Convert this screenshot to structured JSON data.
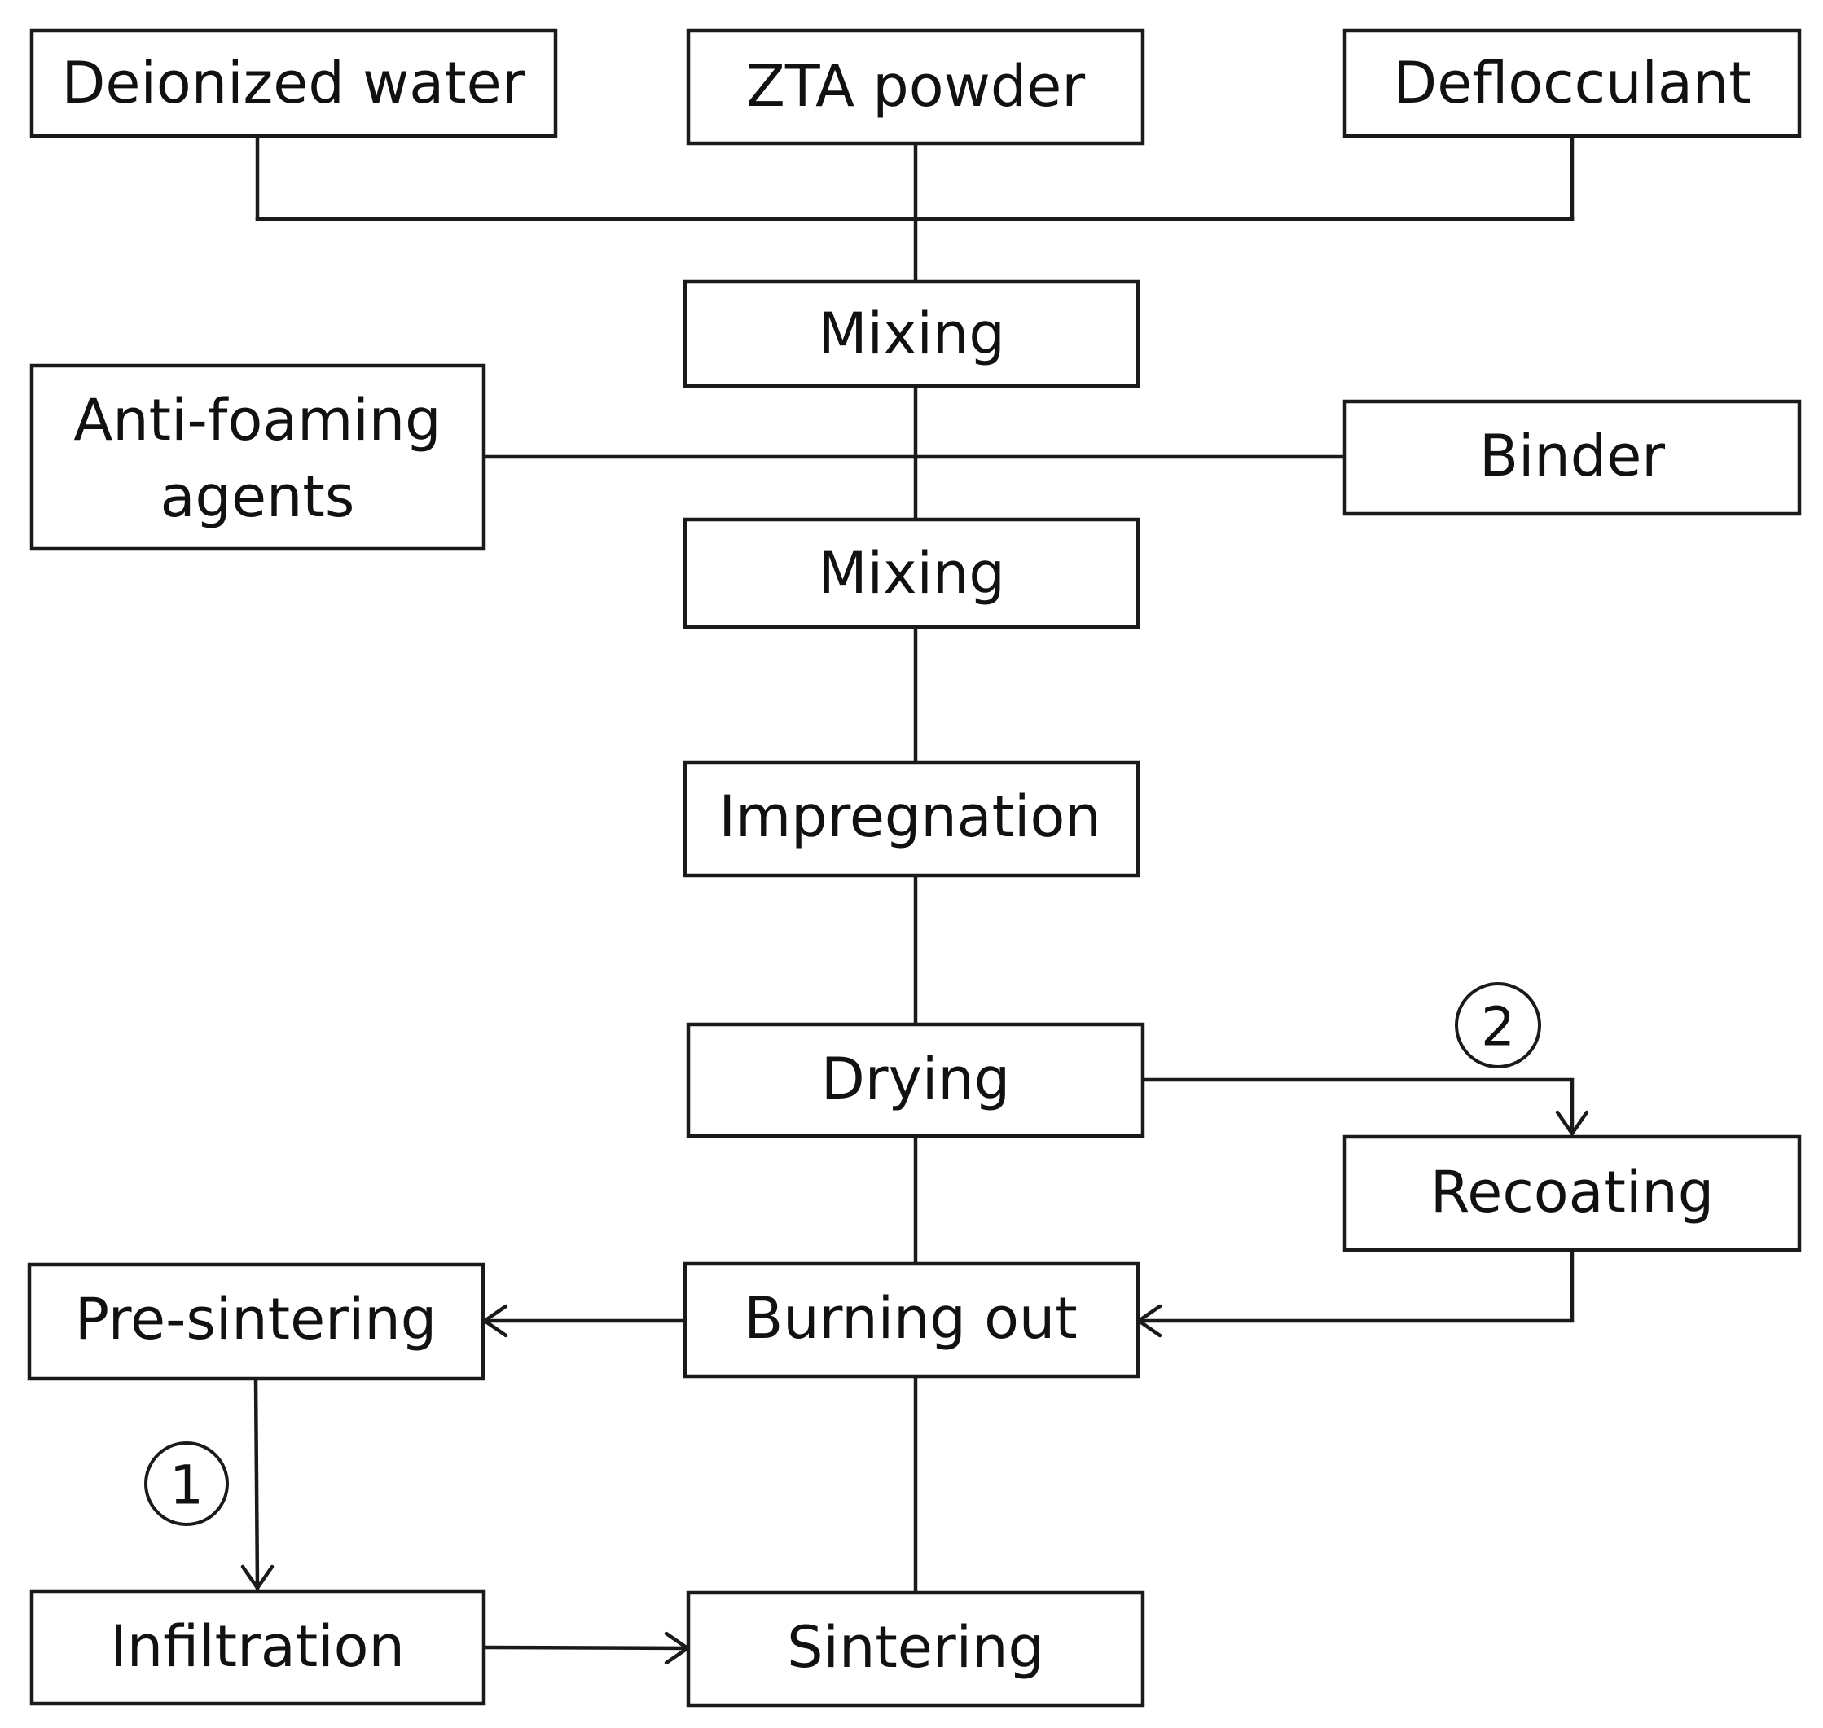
{
  "nodes": {
    "deionized_water": "Deionized water",
    "zta_powder": "ZTA powder",
    "deflocculant": "Deflocculant",
    "mixing_1": "Mixing",
    "anti_foaming_line1": "Anti-foaming",
    "anti_foaming_line2": "agents",
    "binder": "Binder",
    "mixing_2": "Mixing",
    "impregnation": "Impregnation",
    "drying": "Drying",
    "recoating": "Recoating",
    "pre_sintering": "Pre-sintering",
    "burning_out": "Burning out",
    "infiltration": "Infiltration",
    "sintering": "Sintering"
  },
  "route_markers": {
    "route_1": "1",
    "route_2": "2"
  }
}
